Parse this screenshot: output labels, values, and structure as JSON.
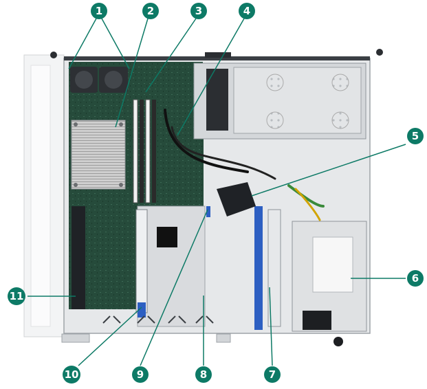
{
  "callouts": [
    {
      "id": "1",
      "label": "1"
    },
    {
      "id": "2",
      "label": "2"
    },
    {
      "id": "3",
      "label": "3"
    },
    {
      "id": "4",
      "label": "4"
    },
    {
      "id": "5",
      "label": "5"
    },
    {
      "id": "6",
      "label": "6"
    },
    {
      "id": "7",
      "label": "7"
    },
    {
      "id": "8",
      "label": "8"
    },
    {
      "id": "9",
      "label": "9"
    },
    {
      "id": "10",
      "label": "10"
    },
    {
      "id": "11",
      "label": "11"
    }
  ],
  "colors": {
    "callout_fill": "#0d7a66",
    "leader_line": "#0d7a66",
    "chassis": "#d9dcdf",
    "motherboard": "#264b3b",
    "psu": "#e1e3e5",
    "riser_blue": "#2d5fc2"
  }
}
